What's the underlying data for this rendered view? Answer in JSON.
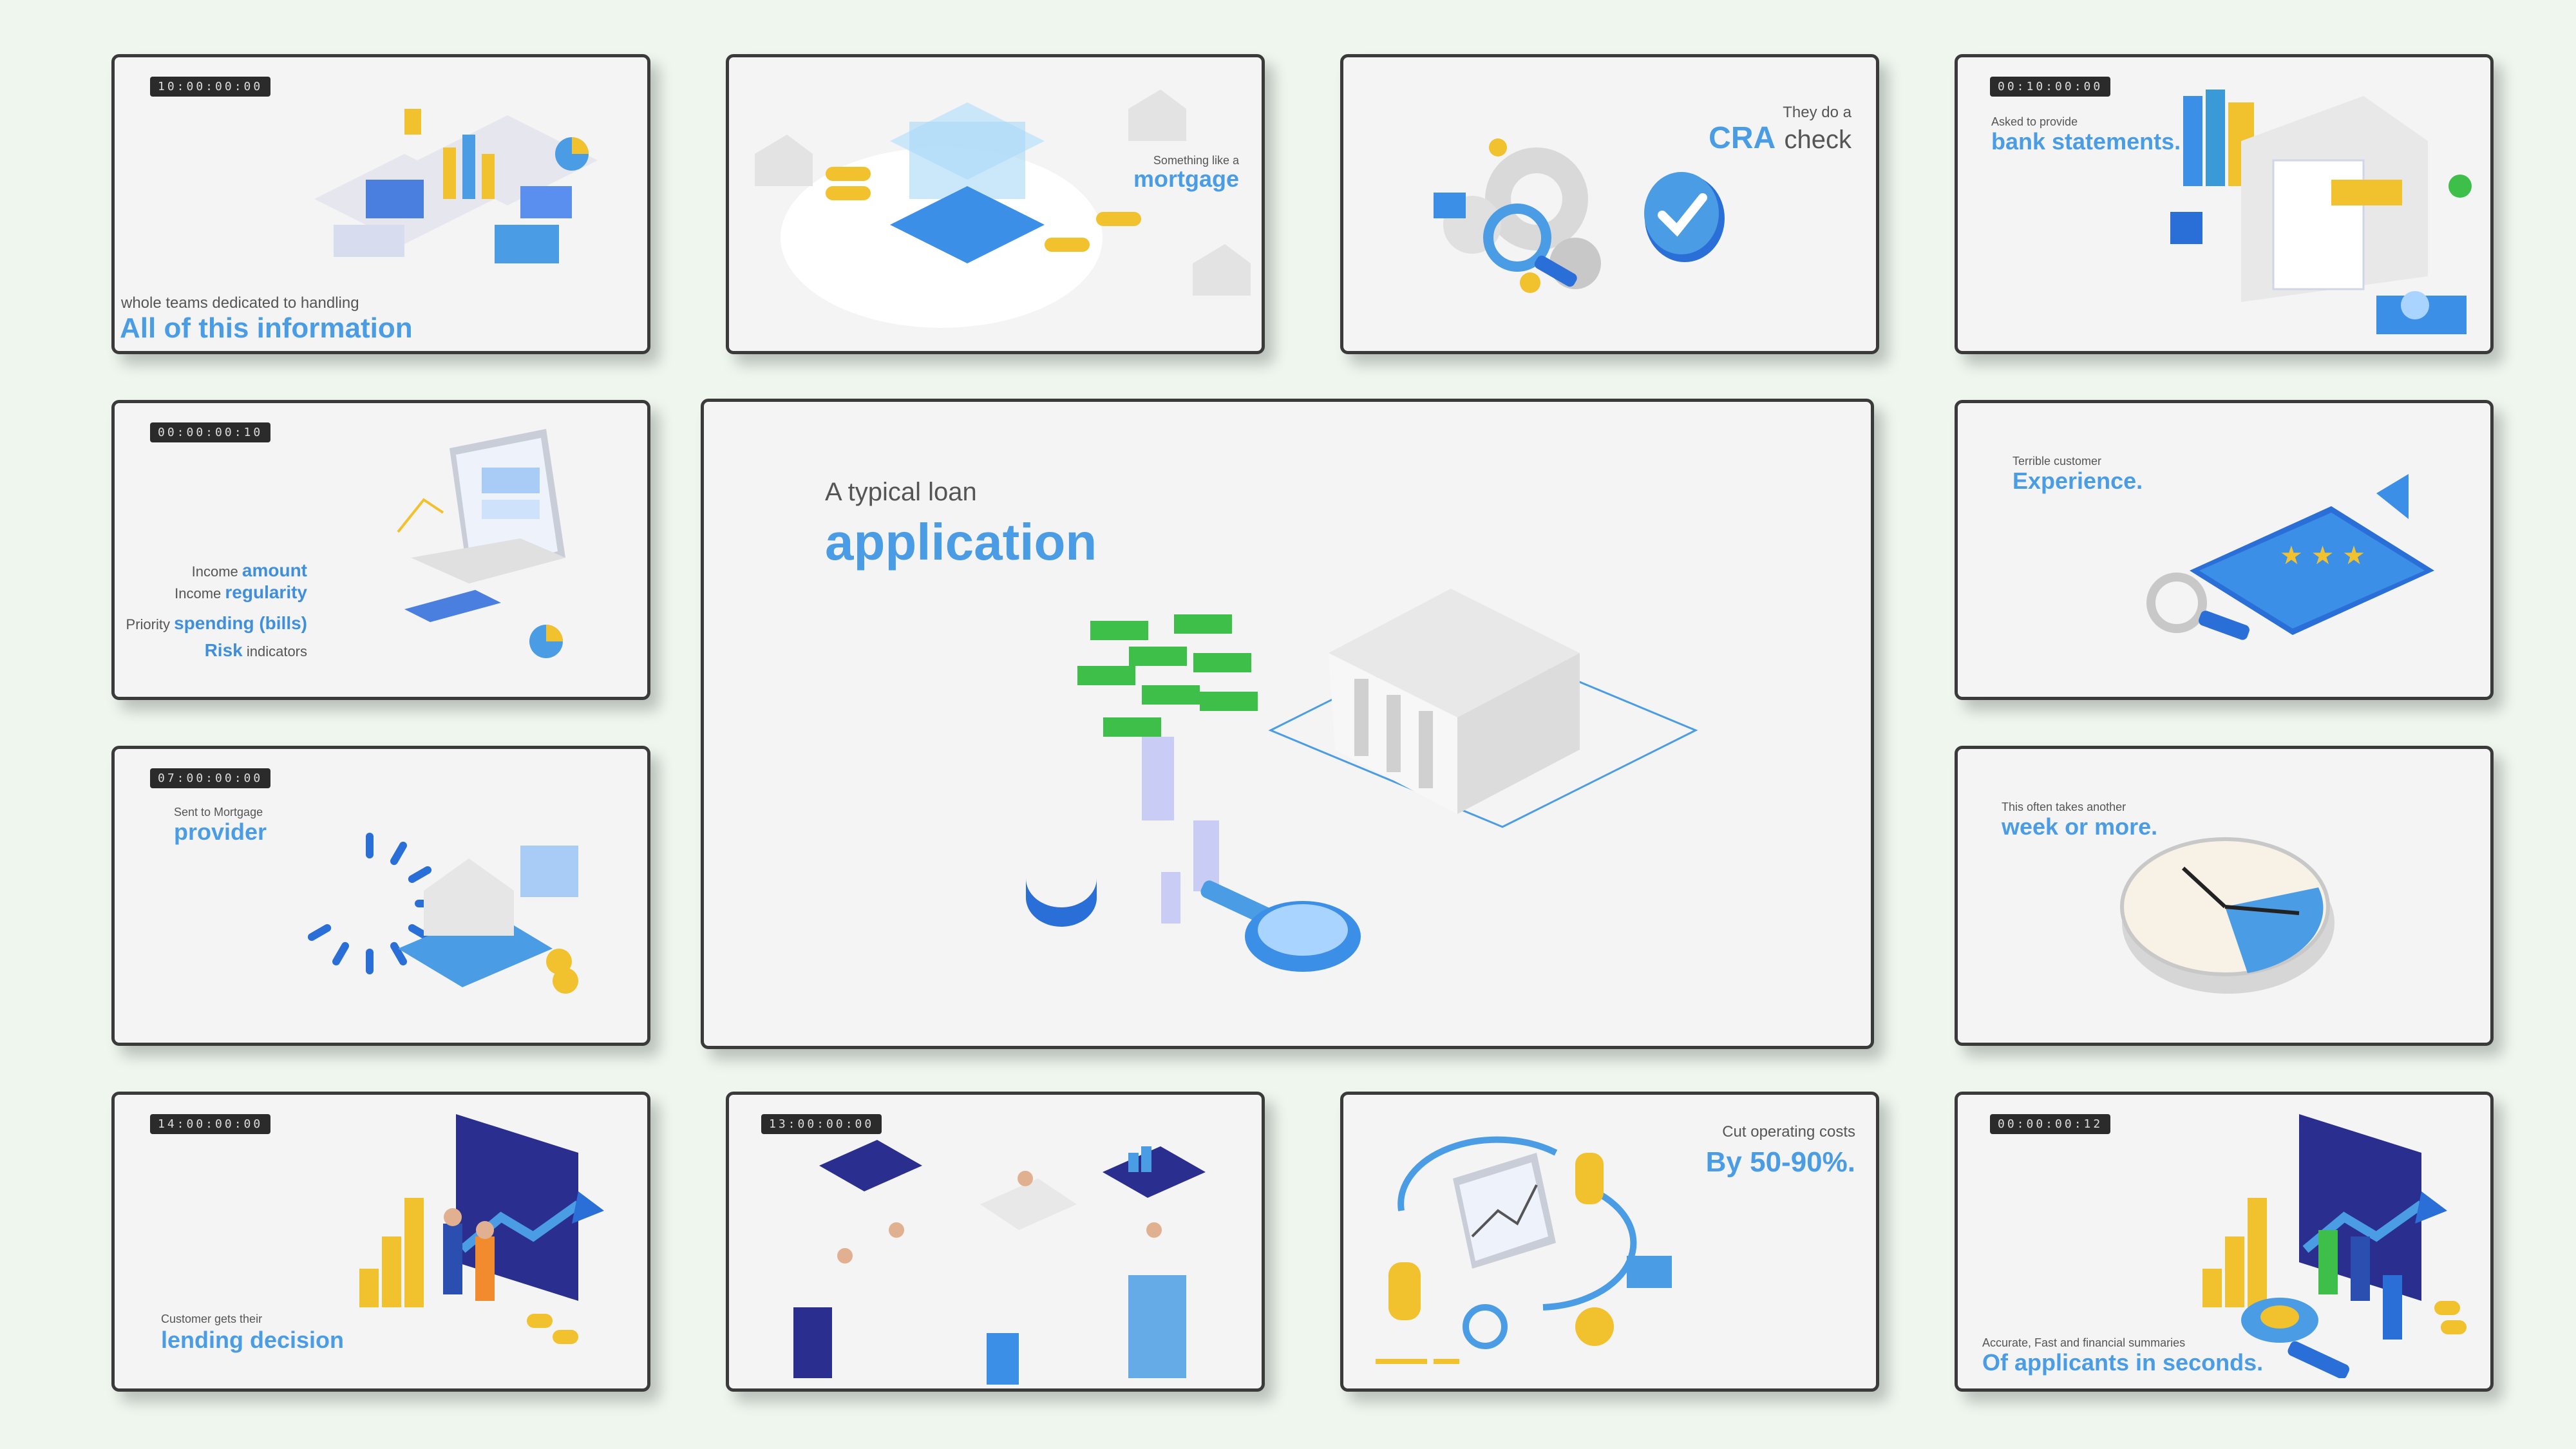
{
  "cards": {
    "c1": {
      "timestamp": "10:00:00:00",
      "small": "whole teams dedicated to handling",
      "big": "All of this information"
    },
    "c2": {
      "small": "Something like a",
      "big": "mortgage"
    },
    "c3": {
      "small": "They do a",
      "big": "CRA",
      "tail": "check"
    },
    "c4": {
      "timestamp": "00:10:00:00",
      "small": "Asked to provide",
      "big": "bank statements."
    },
    "c5": {
      "timestamp": "00:00:00:10",
      "lines": [
        {
          "pre": "Income",
          "hi": "amount",
          "post": ""
        },
        {
          "pre": "Income",
          "hi": "regularity",
          "post": ""
        },
        {
          "pre": "Priority",
          "hi": "spending (bills)",
          "post": ""
        },
        {
          "pre": "",
          "hi": "Risk",
          "post": "indicators"
        }
      ]
    },
    "c6": {
      "small": "A typical loan",
      "big": "application"
    },
    "c7": {
      "small": "Terrible customer",
      "big": "Experience."
    },
    "c8": {
      "timestamp": "07:00:00:00",
      "small": "Sent to Mortgage",
      "big": "provider"
    },
    "c9": {
      "small": "This often takes another",
      "big": "week or more."
    },
    "c10": {
      "timestamp": "14:00:00:00",
      "small": "Customer gets their",
      "big": "lending decision"
    },
    "c11": {
      "timestamp": "13:00:00:00"
    },
    "c12": {
      "small": "Cut operating costs",
      "big": "By 50-90%."
    },
    "c13": {
      "timestamp": "00:00:00:12",
      "small": "Accurate, Fast and financial summaries",
      "big": "Of applicants in seconds."
    }
  },
  "colors": {
    "accent": "#4a9de5",
    "border": "#3a3a3a",
    "card": "#f4f4f4",
    "gold": "#f2c12e",
    "money": "#3dbf4a",
    "navy": "#2a2f8f"
  }
}
